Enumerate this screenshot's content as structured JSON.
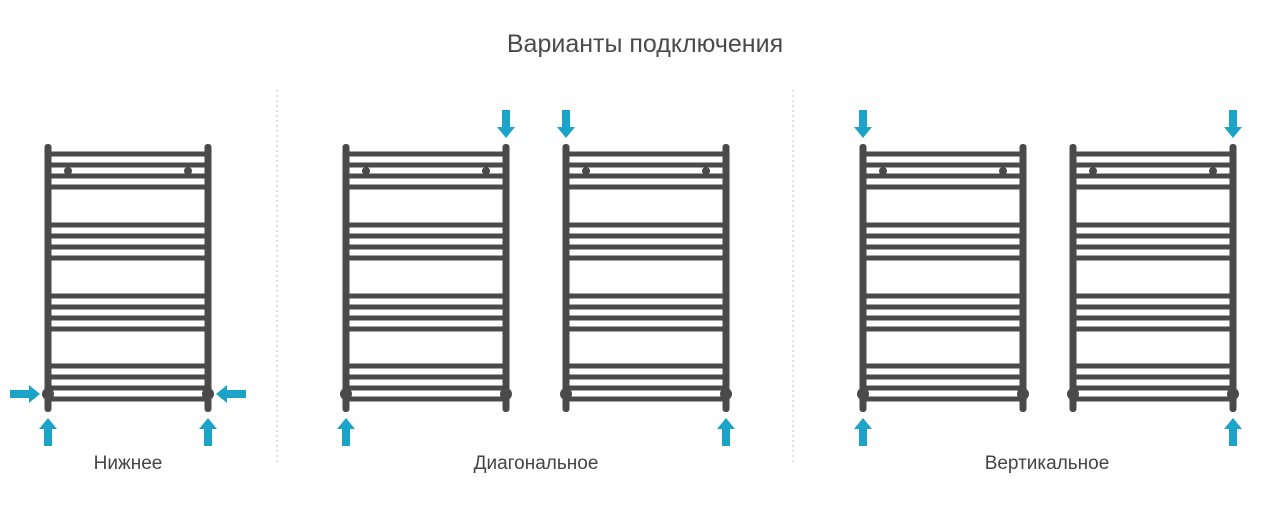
{
  "title": "Варианты подключения",
  "groups": [
    {
      "label": "Нижнее"
    },
    {
      "label": "Диагональное"
    },
    {
      "label": "Вертикальное"
    }
  ],
  "colors": {
    "rail": "#4a4a4a",
    "arrow": "#1ba3c8",
    "divider": "#cccccc"
  },
  "rails": [
    {
      "group": 0,
      "arrows": [
        "left-in",
        "right-in",
        "up-left",
        "up-right"
      ]
    },
    {
      "group": 1,
      "arrows": [
        "down-right",
        "up-left"
      ]
    },
    {
      "group": 1,
      "arrows": [
        "down-left",
        "up-right"
      ]
    },
    {
      "group": 2,
      "arrows": [
        "down-left",
        "up-left"
      ]
    },
    {
      "group": 2,
      "arrows": [
        "down-right",
        "up-right"
      ]
    }
  ]
}
